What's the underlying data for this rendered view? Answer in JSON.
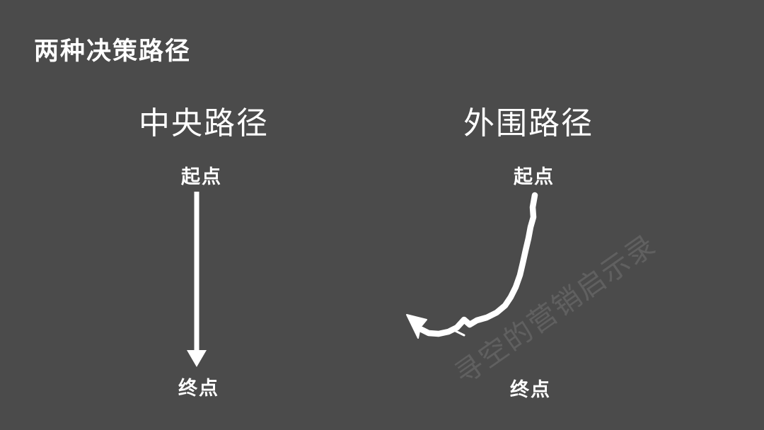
{
  "slide": {
    "title": "两种决策路径",
    "watermark": "寻空的营销启示录",
    "colors": {
      "background": "#4b4b4b",
      "text": "#ffffff",
      "arrow": "#ffffff",
      "watermark_text": "rgba(255,255,255,0.12)"
    },
    "columns": [
      {
        "id": "central",
        "header": "中央路径",
        "start_label": "起点",
        "end_label": "终点",
        "arrow_style": "straight-down"
      },
      {
        "id": "peripheral",
        "header": "外围路径",
        "start_label": "起点",
        "end_label": "终点",
        "arrow_style": "wavy-detour-left"
      }
    ]
  }
}
